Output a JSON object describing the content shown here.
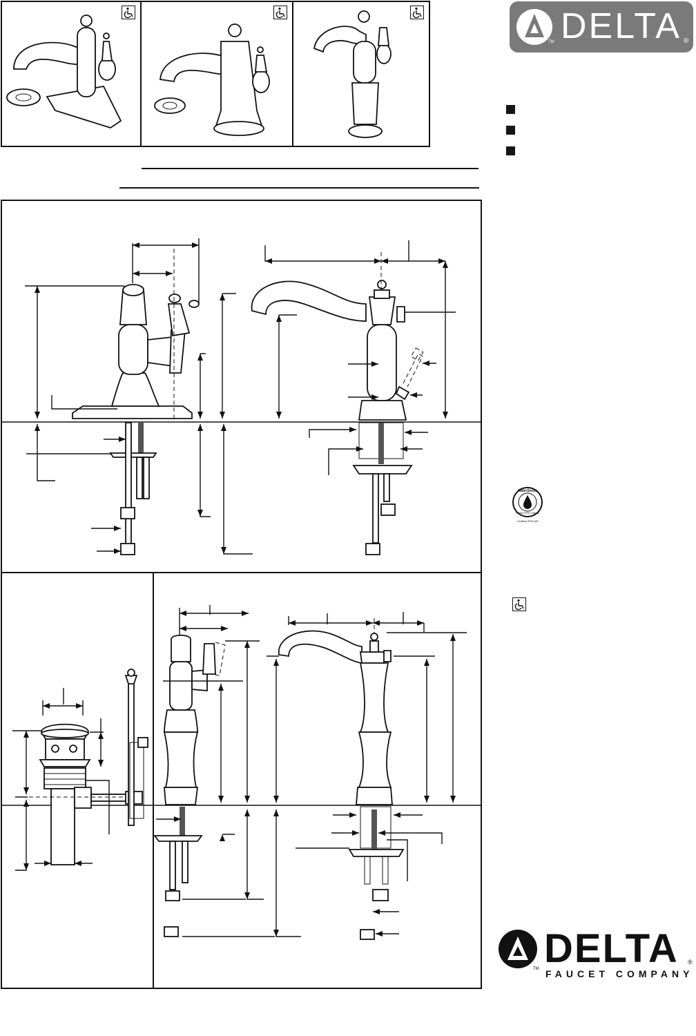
{
  "brand": {
    "top_logo_text": "DELTA",
    "top_logo_tm": "TM",
    "top_logo_reg": "®",
    "bottom_logo_text": "DELTA",
    "bottom_logo_sub": "FAUCET COMPANY",
    "bottom_logo_tm": "TM",
    "bottom_logo_reg": "®",
    "logo_bg_color": "#7a7a7a"
  },
  "waterSense": {
    "ring_text": "WaterSense",
    "sub_text": "Meets EPA Criteria",
    "foot_text": "Certified EPA WS"
  },
  "icons": {
    "accessibility": "wheelchair-icon",
    "checkbox": "checkbox-icon"
  },
  "checkboxes": [
    {
      "checked": true
    },
    {
      "checked": true
    },
    {
      "checked": true
    }
  ]
}
